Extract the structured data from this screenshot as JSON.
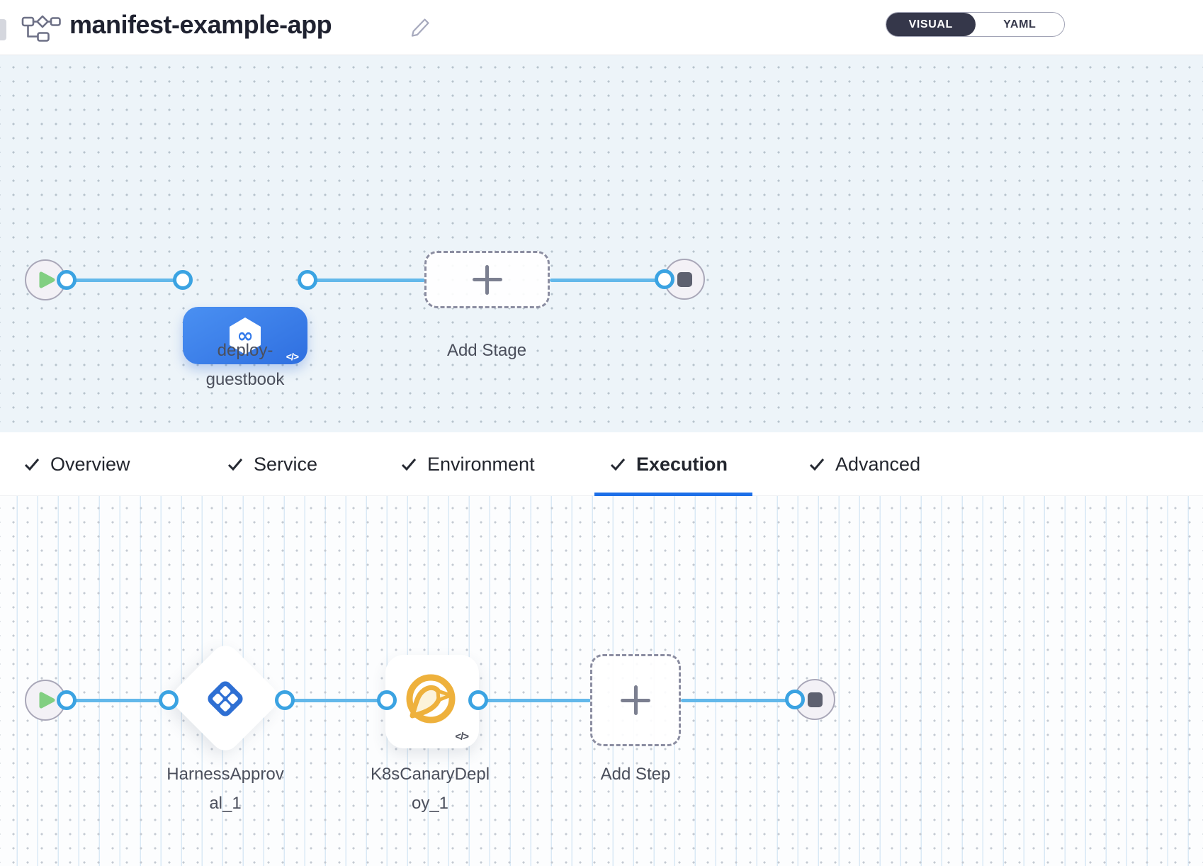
{
  "header": {
    "title": "manifest-example-app",
    "view_toggle": {
      "visual_label": "VISUAL",
      "yaml_label": "YAML",
      "active": "VISUAL"
    }
  },
  "stage_pipeline": {
    "stage": {
      "name": "deploy-guestbook",
      "type": "cd-deployment-stage",
      "code_badge": "</>"
    },
    "add_stage_label": "Add Stage",
    "start_node": "play",
    "end_node": "stop"
  },
  "stage_tabs": {
    "items": [
      {
        "label": "Overview",
        "checked": true,
        "active": false
      },
      {
        "label": "Service",
        "checked": true,
        "active": false
      },
      {
        "label": "Environment",
        "checked": true,
        "active": false
      },
      {
        "label": "Execution",
        "checked": true,
        "active": true
      },
      {
        "label": "Advanced",
        "checked": true,
        "active": false
      }
    ]
  },
  "execution_pipeline": {
    "steps": [
      {
        "name": "HarnessApproval_1",
        "type": "harness-approval"
      },
      {
        "name": "K8sCanaryDeploy_1",
        "type": "k8s-canary-deploy",
        "code_badge": "</>"
      }
    ],
    "add_step_label": "Add Step",
    "start_node": "play",
    "end_node": "stop"
  },
  "colors": {
    "accent_blue": "#1d6fe8",
    "stage_node_blue": "#3b82f0",
    "connector_blue": "#63b8ea",
    "approval_icon_blue": "#2e6fd3",
    "canary_yellow": "#eeb13c",
    "play_green": "#82cf82",
    "toggle_dark": "#35374a",
    "canvas_top_bg": "#edf4f9",
    "canvas_bottom_bg": "#fcfdfe"
  }
}
